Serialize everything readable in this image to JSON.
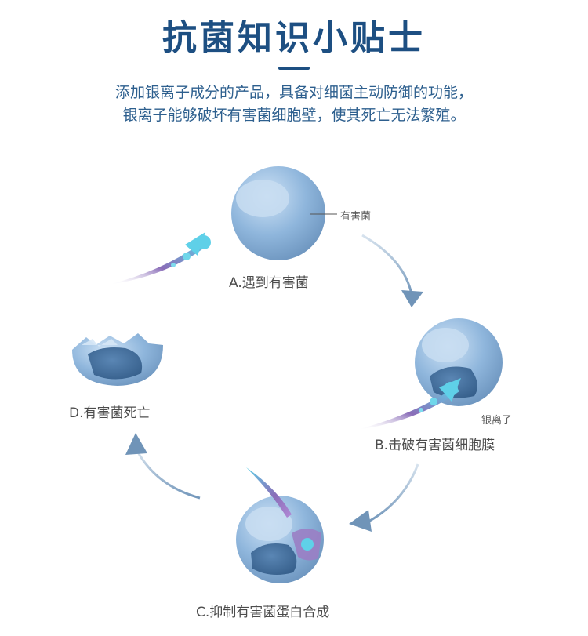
{
  "header": {
    "title": "抗菌知识小贴士",
    "intro_lines": [
      "添加银离子成分的产品，具备对细菌主动防御的功能，",
      "银离子能够破坏有害菌细胞壁，使其死亡无法繁殖。"
    ]
  },
  "stages": {
    "a": {
      "label": "A.遇到有害菌",
      "callout": "有害菌"
    },
    "b": {
      "label": "B.击破有害菌细胞膜",
      "callout": "银离子"
    },
    "c": {
      "label": "C.抑制有害菌蛋白合成"
    },
    "d": {
      "label": "D.有害菌死亡"
    }
  },
  "colors": {
    "title": "#1d4f82",
    "intro": "#2d5f8e",
    "arrow": "#6f93b5",
    "bacteria": "#8eb7df",
    "bacteria_core": "#3f6996",
    "ion": "#5bd2e6",
    "ion_stream": "#7a5aa8"
  }
}
